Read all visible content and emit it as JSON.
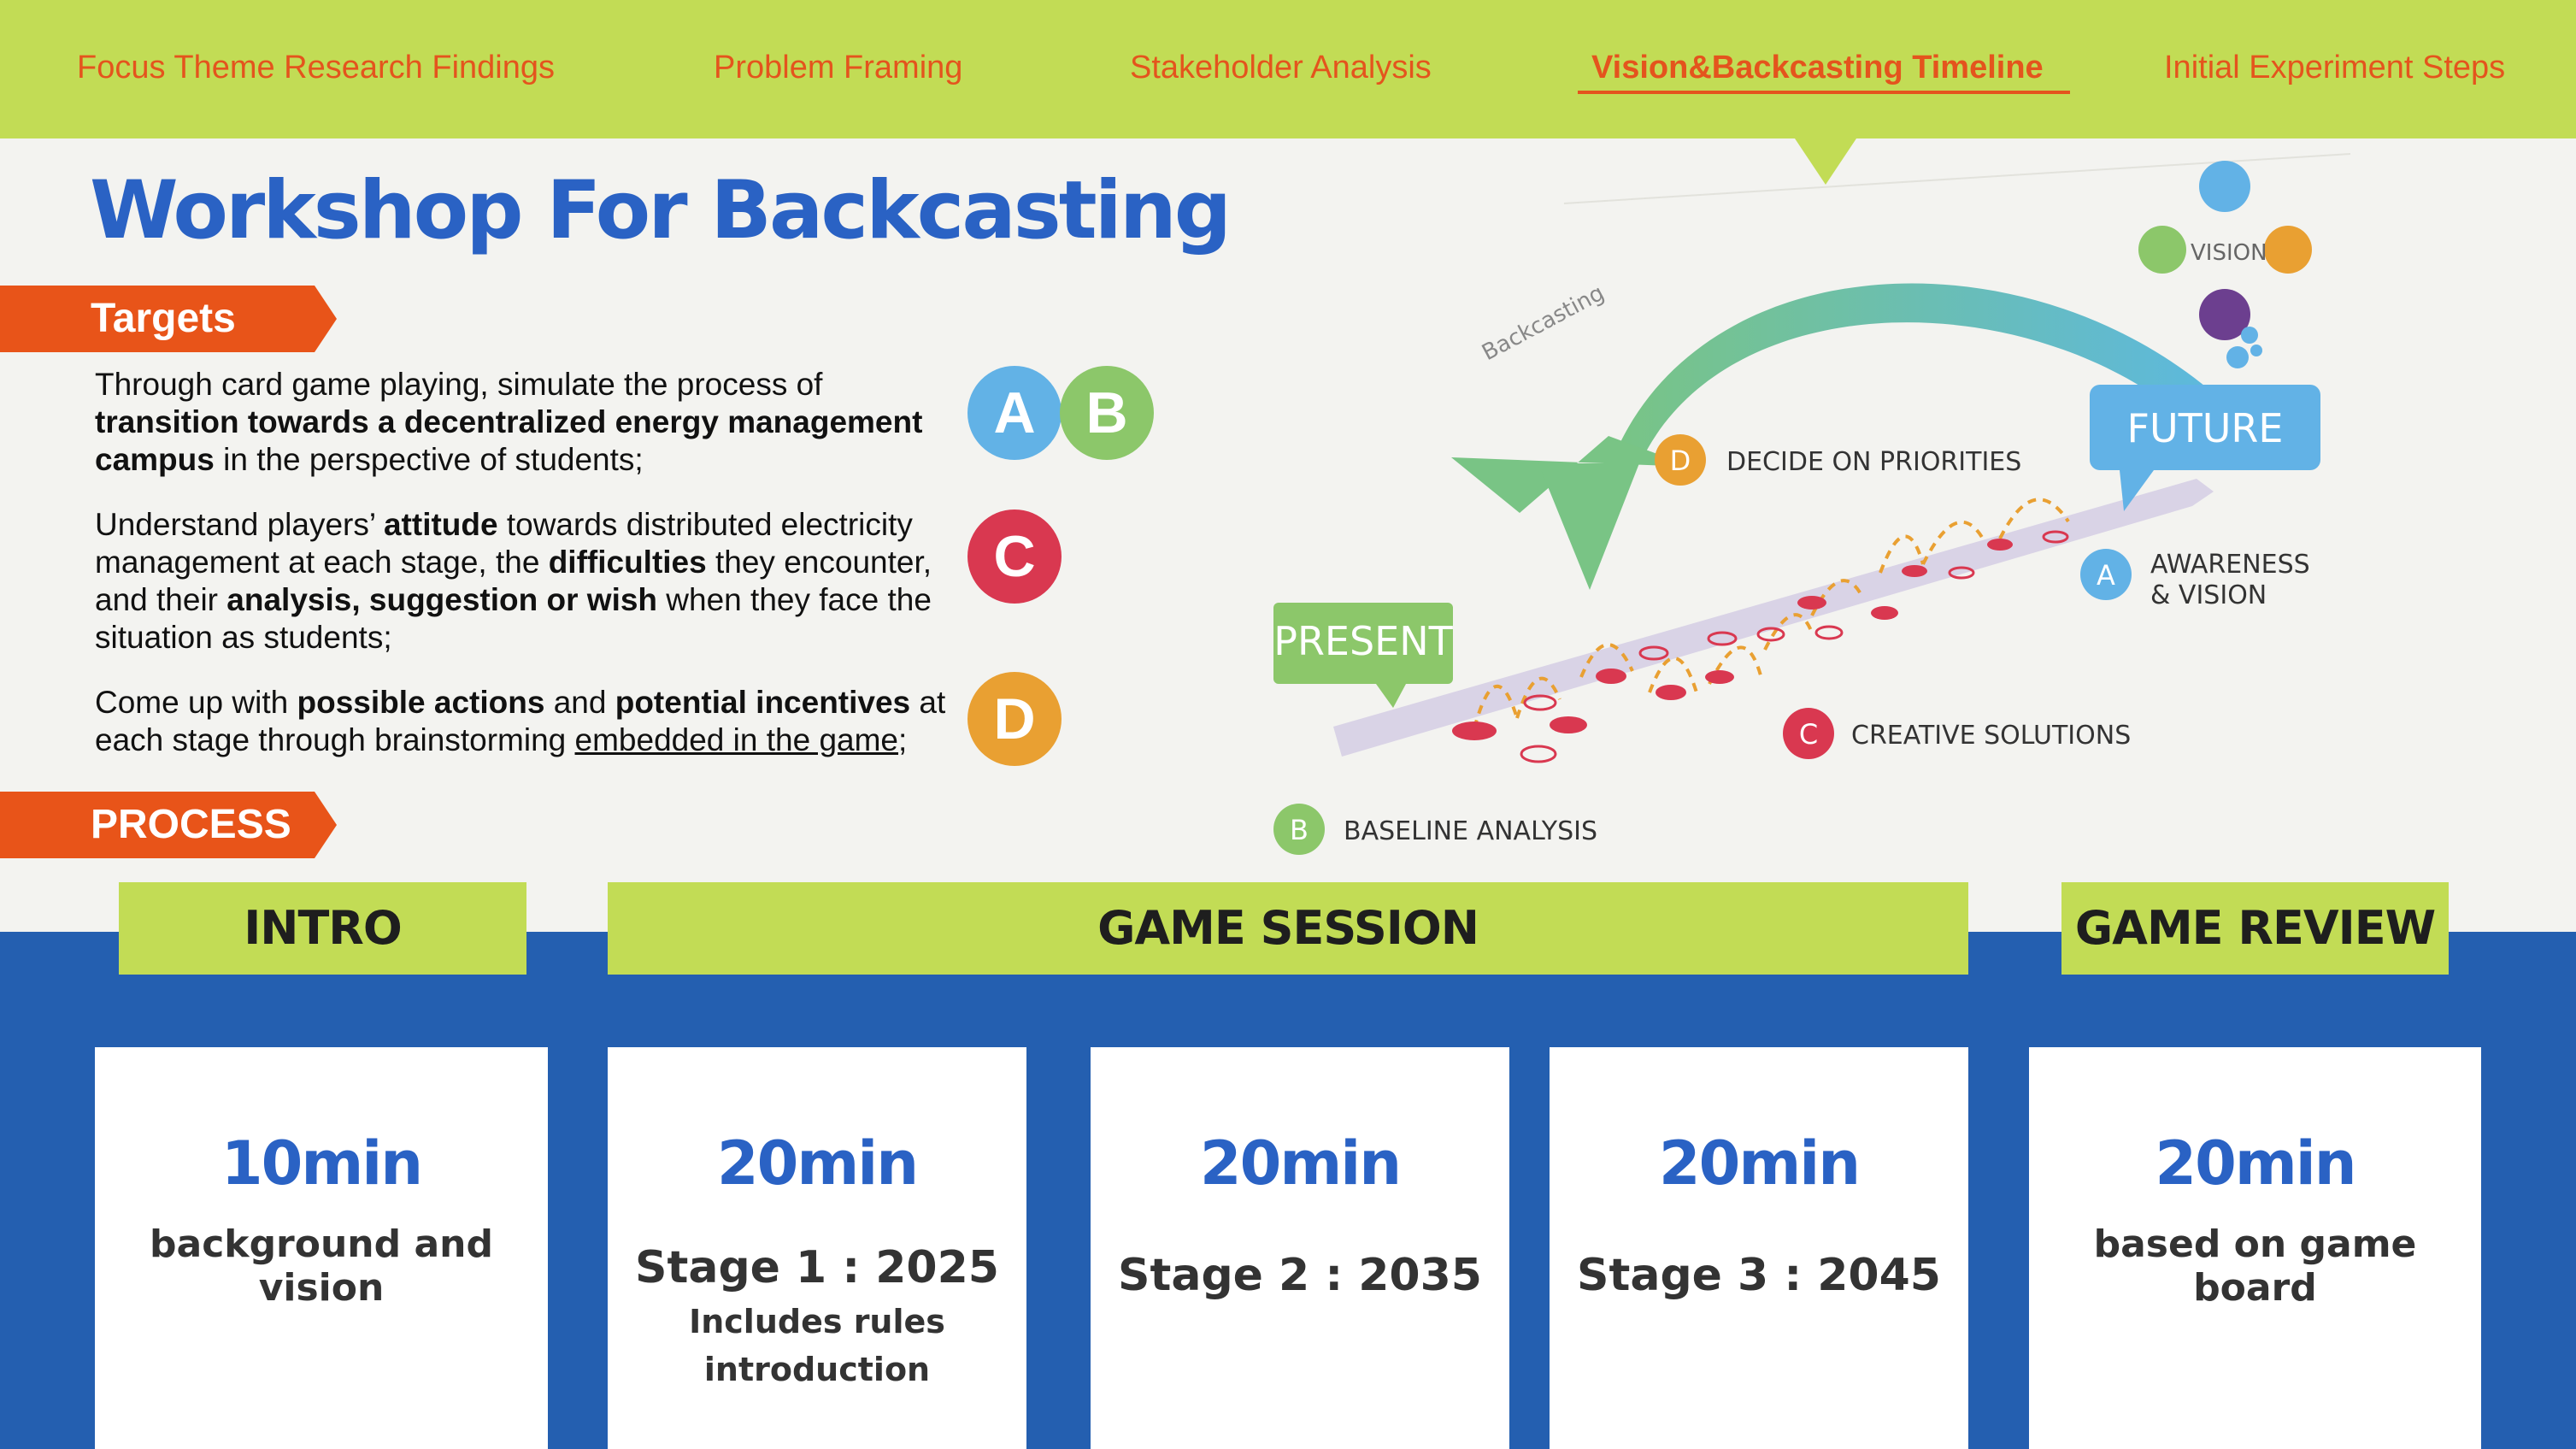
{
  "nav": {
    "items": [
      {
        "label": "Focus Theme Research Findings"
      },
      {
        "label": "Problem Framing"
      },
      {
        "label": "Stakeholder Analysis"
      },
      {
        "label": "Vision&Backcasting Timeline"
      },
      {
        "label": "Initial Experiment Steps"
      }
    ],
    "active_index": 3
  },
  "page_title": "Workshop For Backcasting",
  "targets": {
    "heading": "Targets",
    "items": [
      {
        "segments": [
          "Through card game playing, simulate the process of ",
          "transition towards a decentralized energy management campus",
          " in the perspective of students;"
        ],
        "badges": [
          "A",
          "B"
        ]
      },
      {
        "segments": [
          "Understand players’ ",
          "attitude",
          " towards distributed electricity management at each stage, the ",
          "difficulties",
          " they encounter, and their ",
          "analysis, suggestion or wish",
          " when they face the situation as students;"
        ],
        "badges": [
          "C"
        ]
      },
      {
        "segments": [
          "Come up with ",
          "possible actions",
          " and ",
          "potential incentives",
          " at each stage through brainstorming ",
          "embedded in the game",
          ";"
        ],
        "badges": [
          "D"
        ]
      }
    ]
  },
  "diagram": {
    "arrow_label": "Backcasting",
    "present": "PRESENT",
    "future": "FUTURE",
    "vision": "VISION",
    "legend": [
      {
        "letter": "A",
        "line1": "AWARENESS",
        "line2": "& VISION",
        "color": "#62b2e6"
      },
      {
        "letter": "B",
        "line1": "BASELINE ANALYSIS",
        "color": "#8cc76a"
      },
      {
        "letter": "C",
        "line1": "CREATIVE SOLUTIONS",
        "color": "#d93850"
      },
      {
        "letter": "D",
        "line1": "DECIDE ON PRIORITIES",
        "color": "#e9a032"
      }
    ]
  },
  "process": {
    "heading": "PROCESS",
    "phases": [
      "INTRO",
      "GAME SESSION",
      "GAME REVIEW"
    ],
    "cards": [
      {
        "time": "10min",
        "desc": "background and vision"
      },
      {
        "time": "20min",
        "desc": "Stage 1 : 2025",
        "sub1": "Includes rules",
        "sub2": "introduction"
      },
      {
        "time": "20min",
        "desc": "Stage 2 : 2035"
      },
      {
        "time": "20min",
        "desc": "Stage 3 : 2045"
      },
      {
        "time": "20min",
        "desc": "based on game board"
      }
    ]
  },
  "colors": {
    "nav_bg": "#c2dc55",
    "accent_orange": "#e4541d",
    "title_blue": "#2a62c4",
    "band_blue": "#245fb0",
    "badge_a": "#62b2e6",
    "badge_b": "#8cc76a",
    "badge_c": "#d93850",
    "badge_d": "#e9a032"
  }
}
